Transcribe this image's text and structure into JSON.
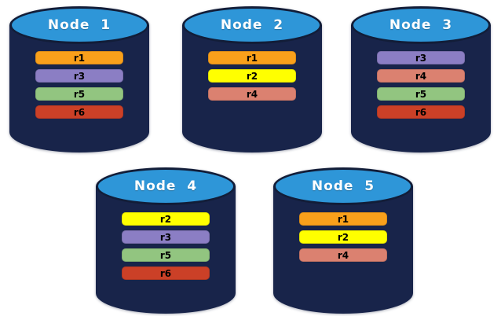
{
  "diagram": {
    "type": "database-replication-diagram",
    "background": "#FFFFFF",
    "node_count": 5,
    "colors": {
      "cylinder_body": "#18244A",
      "cylinder_top_fill": "#2E96D8",
      "cylinder_outline": "#121D38",
      "node_label_text": "#FFFFFF",
      "replica_label_text": "#000000"
    },
    "replica_palette": {
      "r1": "#F9A01B",
      "r2": "#FFFF00",
      "r3": "#8B7EC4",
      "r4": "#DB8170",
      "r5": "#92C580",
      "r6": "#CB4027"
    },
    "nodes": [
      {
        "label": "Node  1",
        "replicas": [
          {
            "id": "r1",
            "color": "#F9A01B"
          },
          {
            "id": "r3",
            "color": "#8B7EC4"
          },
          {
            "id": "r5",
            "color": "#92C580"
          },
          {
            "id": "r6",
            "color": "#CB4027"
          }
        ]
      },
      {
        "label": "Node  2",
        "replicas": [
          {
            "id": "r1",
            "color": "#F9A01B"
          },
          {
            "id": "r2",
            "color": "#FFFF00"
          },
          {
            "id": "r4",
            "color": "#DB8170"
          }
        ]
      },
      {
        "label": "Node  3",
        "replicas": [
          {
            "id": "r3",
            "color": "#8B7EC4"
          },
          {
            "id": "r4",
            "color": "#DB8170"
          },
          {
            "id": "r5",
            "color": "#92C580"
          },
          {
            "id": "r6",
            "color": "#CB4027"
          }
        ]
      },
      {
        "label": "Node  4",
        "replicas": [
          {
            "id": "r2",
            "color": "#FFFF00"
          },
          {
            "id": "r3",
            "color": "#8B7EC4"
          },
          {
            "id": "r5",
            "color": "#92C580"
          },
          {
            "id": "r6",
            "color": "#CB4027"
          }
        ]
      },
      {
        "label": "Node  5",
        "replicas": [
          {
            "id": "r1",
            "color": "#F9A01B"
          },
          {
            "id": "r2",
            "color": "#FFFF00"
          },
          {
            "id": "r4",
            "color": "#DB8170"
          }
        ]
      }
    ]
  }
}
